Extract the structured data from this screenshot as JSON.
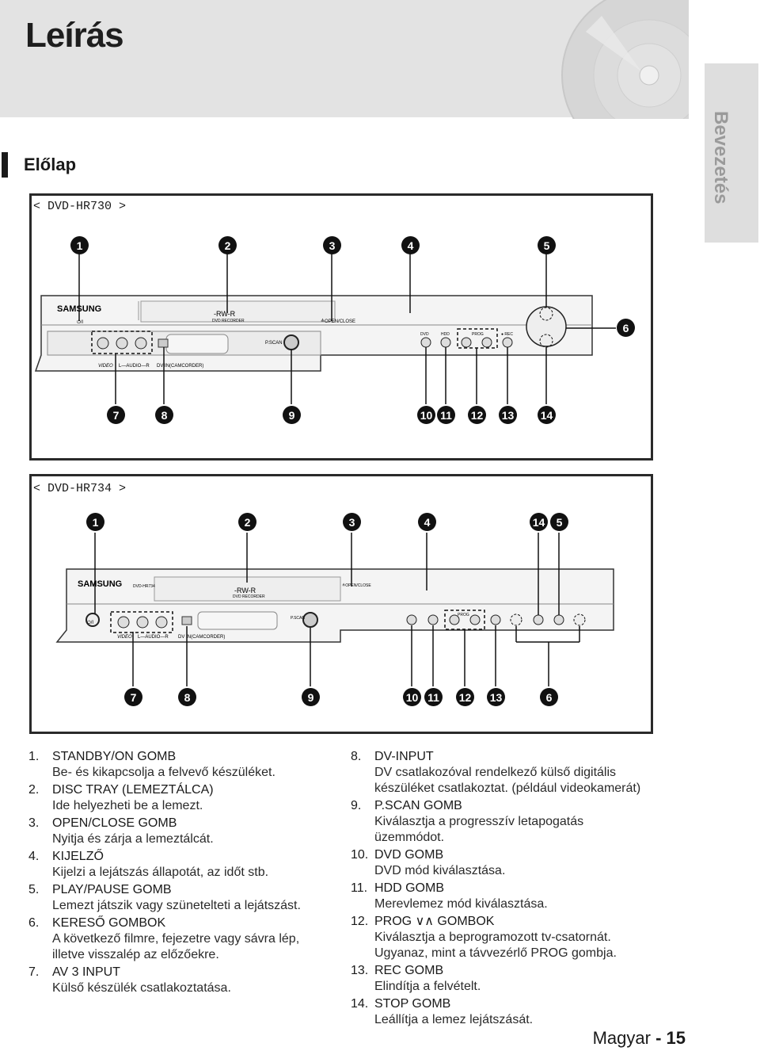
{
  "page_title": "Leírás",
  "side_tab": "Bevezetés",
  "section_title": "Előlap",
  "figure1": {
    "model": "< DVD-HR730 >",
    "brand": "SAMSUNG",
    "rw_logo": "-RW-R",
    "rw_sub": "DVD RECORDER",
    "open_close": "≜OPEN/CLOSE",
    "pscan": "P.SCAN",
    "video": "VIDEO",
    "audio": "L—AUDIO—R",
    "dv": "DV IN(CAMCORDER)",
    "standby": "⏻/I",
    "btn_dvd": "DVD",
    "btn_hdd": "HDD",
    "btn_prog": "PROG",
    "btn_rec": "● REC",
    "callouts_top": [
      "1",
      "2",
      "3",
      "4",
      "5"
    ],
    "callout_side": "6",
    "callouts_bottom": [
      "7",
      "8",
      "9",
      "10",
      "11",
      "12",
      "13",
      "14"
    ]
  },
  "figure2": {
    "model": "< DVD-HR734 >",
    "brand": "SAMSUNG",
    "model_small": "DVD-HR734",
    "rw_logo": "-RW-R",
    "rw_sub": "DVD RECORDER",
    "open_close": "≜OPEN/CLOSE",
    "pscan": "P.SCAN",
    "video": "VIDEO",
    "audio": "L—AUDIO—R",
    "dv": "DV IN(CAMCORDER)",
    "standby": "⏻/I",
    "btn_prog": "PROG",
    "callouts_top": [
      "1",
      "2",
      "3",
      "4",
      "14",
      "5"
    ],
    "callouts_bottom": [
      "7",
      "8",
      "9",
      "10",
      "11",
      "12",
      "13",
      "6"
    ]
  },
  "items_left": [
    {
      "num": "1.",
      "head": "STANDBY/ON GOMB",
      "desc": [
        "Be- és kikapcsolja a felvevő készüléket."
      ]
    },
    {
      "num": "2.",
      "head": "DISC TRAY (LEMEZTÁLCA)",
      "desc": [
        "Ide helyezheti be a lemezt."
      ]
    },
    {
      "num": "3.",
      "head": "OPEN/CLOSE GOMB",
      "desc": [
        "Nyitja és zárja a lemeztálcát."
      ]
    },
    {
      "num": "4.",
      "head": "KIJELZŐ",
      "desc": [
        "Kijelzi a lejátszás állapotát, az időt stb."
      ]
    },
    {
      "num": "5.",
      "head": "PLAY/PAUSE GOMB",
      "desc": [
        "Lemezt játszik vagy szünetelteti a lejátszást."
      ]
    },
    {
      "num": "6.",
      "head": "KERESŐ GOMBOK",
      "desc": [
        "A következő filmre, fejezetre vagy sávra lép,",
        "illetve visszalép az előzőekre."
      ]
    },
    {
      "num": "7.",
      "head": "AV 3 INPUT",
      "desc": [
        "Külső készülék csatlakoztatása."
      ]
    }
  ],
  "items_right": [
    {
      "num": "8.",
      "head": "DV-INPUT",
      "desc": [
        "DV csatlakozóval rendelkező külső digitális",
        "készüléket csatlakoztat. (például videokamerát)"
      ]
    },
    {
      "num": "9.",
      "head": "P.SCAN GOMB",
      "desc": [
        "Kiválasztja a progresszív letapogatás",
        "üzemmódot."
      ]
    },
    {
      "num": "10.",
      "head": "DVD GOMB",
      "desc": [
        "DVD mód kiválasztása."
      ]
    },
    {
      "num": "11.",
      "head": "HDD GOMB",
      "desc": [
        "Merevlemez mód kiválasztása."
      ]
    },
    {
      "num": "12.",
      "head": "PROG ∨∧ GOMBOK",
      "desc": [
        "Kiválasztja a beprogramozott tv-csatornát.",
        "Ugyanaz, mint a távvezérlő PROG gombja."
      ]
    },
    {
      "num": "13.",
      "head": "REC GOMB",
      "desc": [
        "Elindítja a felvételt."
      ]
    },
    {
      "num": "14.",
      "head": "STOP GOMB",
      "desc": [
        "Leállítja a lemez lejátszását."
      ]
    }
  ],
  "footer": {
    "language": "Magyar",
    "separator": " - ",
    "page": "15"
  }
}
